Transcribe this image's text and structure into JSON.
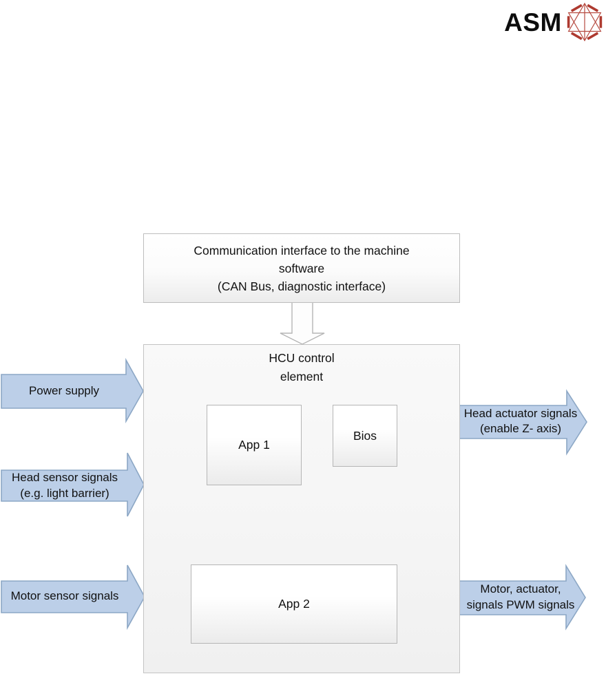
{
  "logo": {
    "text": "ASM",
    "icon": "asm-polyhedron-icon"
  },
  "colors": {
    "arrow_fill": "#bccfe8",
    "arrow_stroke": "#8ca7c5",
    "connector_fill": "#fdfdfd",
    "connector_stroke": "#b5b5b5",
    "dashed_border": "#0d0d0d",
    "box_border": "#bdbdbd",
    "logo_red_thick": "#ae3a30",
    "logo_red_thin": "#b5493f"
  },
  "diagram": {
    "comm_box": {
      "lines": [
        "Communication interface to the machine",
        "software",
        "(CAN Bus, diagnostic interface)"
      ]
    },
    "hcu_box": {
      "title_lines": [
        "HCU control",
        "element"
      ]
    },
    "modules": {
      "app1": "App 1",
      "bios": "Bios",
      "app2": "App 2"
    },
    "inputs": [
      {
        "lines": [
          "Power supply"
        ]
      },
      {
        "lines": [
          "Head sensor signals",
          "(e.g. light barrier)"
        ]
      },
      {
        "lines": [
          "Motor sensor signals"
        ]
      }
    ],
    "outputs": [
      {
        "lines": [
          "Head actuator signals",
          "(enable Z- axis)"
        ]
      },
      {
        "lines": [
          "Motor, actuator,",
          "signals PWM signals"
        ]
      }
    ]
  }
}
